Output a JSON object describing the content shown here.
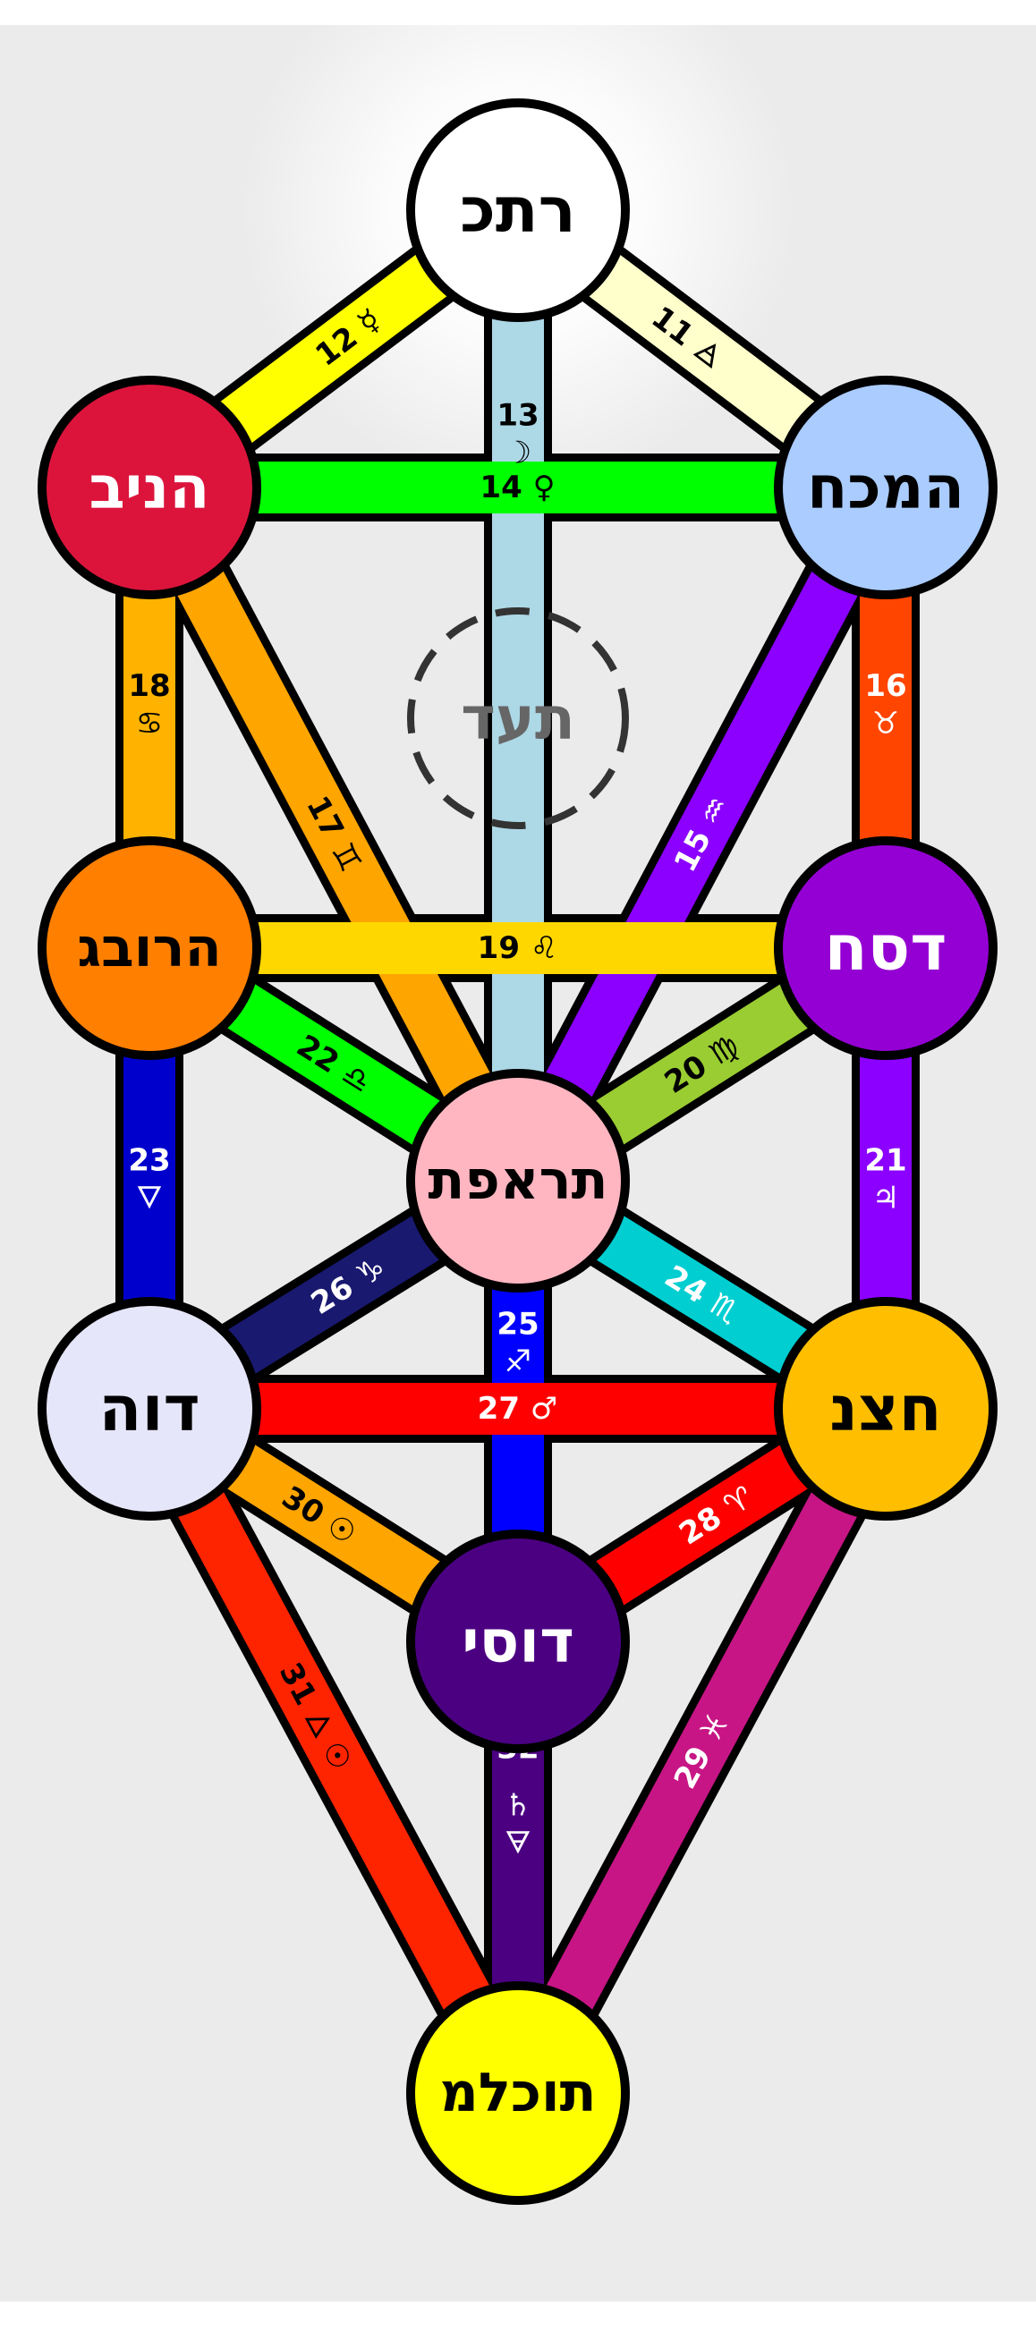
{
  "colors": {
    "background": "#ebebeb",
    "outline": "#000000",
    "daat_dash": "#333333",
    "daat_text": "#666666"
  },
  "sephirot": [
    {
      "id": "keter",
      "label": "רתכ",
      "fill": "#ffffff",
      "text": "#000000"
    },
    {
      "id": "chokmah",
      "label": "המכח",
      "fill": "#aaccff",
      "text": "#000000"
    },
    {
      "id": "binah",
      "label": "הניב",
      "fill": "#dc143c",
      "text": "#ffffff"
    },
    {
      "id": "chesed",
      "label": "דסח",
      "fill": "#9400d3",
      "text": "#ffffff"
    },
    {
      "id": "gevurah",
      "label": "הרובג",
      "fill": "#ff7f00",
      "text": "#000000"
    },
    {
      "id": "tiferet",
      "label": "תראפת",
      "fill": "#ffb6c1",
      "text": "#000000"
    },
    {
      "id": "netzach",
      "label": "חצנ",
      "fill": "#ffbf00",
      "text": "#000000"
    },
    {
      "id": "hod",
      "label": "דוה",
      "fill": "#e6e6fa",
      "text": "#000000"
    },
    {
      "id": "yesod",
      "label": "דוסי",
      "fill": "#4b0082",
      "text": "#ffffff"
    },
    {
      "id": "malkuth",
      "label": "תוכלמ",
      "fill": "#ffff00",
      "text": "#000000"
    }
  ],
  "daat": {
    "label": "תעד"
  },
  "paths": [
    {
      "num": "11",
      "symbol": "🜁",
      "from": "keter",
      "to": "chokmah",
      "fill": "#ffffcc",
      "text": "#000000"
    },
    {
      "num": "12",
      "symbol": "☿",
      "from": "keter",
      "to": "binah",
      "fill": "#ffff00",
      "text": "#000000"
    },
    {
      "num": "13",
      "symbol": "☽",
      "from": "keter",
      "to": "tiferet",
      "fill": "#add8e6",
      "text": "#000000"
    },
    {
      "num": "14",
      "symbol": "♀",
      "from": "chokmah",
      "to": "binah",
      "fill": "#00ff00",
      "text": "#000000"
    },
    {
      "num": "15",
      "symbol": "♒",
      "from": "chokmah",
      "to": "tiferet",
      "fill": "#8b00ff",
      "text": "#ffffff"
    },
    {
      "num": "16",
      "symbol": "♉",
      "from": "chokmah",
      "to": "chesed",
      "fill": "#ff4500",
      "text": "#ffffff"
    },
    {
      "num": "17",
      "symbol": "♊",
      "from": "binah",
      "to": "tiferet",
      "fill": "#ffa500",
      "text": "#000000"
    },
    {
      "num": "18",
      "symbol": "♋",
      "from": "binah",
      "to": "gevurah",
      "fill": "#ffb300",
      "text": "#000000"
    },
    {
      "num": "19",
      "symbol": "♌",
      "from": "chesed",
      "to": "gevurah",
      "fill": "#ffd700",
      "text": "#000000"
    },
    {
      "num": "20",
      "symbol": "♍",
      "from": "chesed",
      "to": "tiferet",
      "fill": "#9acd32",
      "text": "#000000"
    },
    {
      "num": "21",
      "symbol": "♃",
      "from": "chesed",
      "to": "netzach",
      "fill": "#8b00ff",
      "text": "#ffffff"
    },
    {
      "num": "22",
      "symbol": "♎",
      "from": "gevurah",
      "to": "tiferet",
      "fill": "#00ff00",
      "text": "#000000"
    },
    {
      "num": "23",
      "symbol": "🜄",
      "from": "gevurah",
      "to": "hod",
      "fill": "#0000cd",
      "text": "#ffffff"
    },
    {
      "num": "24",
      "symbol": "♏",
      "from": "tiferet",
      "to": "netzach",
      "fill": "#00ced1",
      "text": "#ffffff"
    },
    {
      "num": "25",
      "symbol": "♐",
      "from": "tiferet",
      "to": "yesod",
      "fill": "#0000ff",
      "text": "#ffffff"
    },
    {
      "num": "26",
      "symbol": "♑",
      "from": "tiferet",
      "to": "hod",
      "fill": "#191970",
      "text": "#ffffff"
    },
    {
      "num": "27",
      "symbol": "♂",
      "from": "netzach",
      "to": "hod",
      "fill": "#ff0000",
      "text": "#ffffff"
    },
    {
      "num": "28",
      "symbol": "♈",
      "from": "netzach",
      "to": "yesod",
      "fill": "#ff0000",
      "text": "#ffffff"
    },
    {
      "num": "29",
      "symbol": "♓",
      "from": "netzach",
      "to": "malkuth",
      "fill": "#c71585",
      "text": "#ffffff"
    },
    {
      "num": "30",
      "symbol": "☉",
      "from": "hod",
      "to": "yesod",
      "fill": "#ffa500",
      "text": "#000000"
    },
    {
      "num": "31",
      "symbol": "🜂 ☉",
      "from": "hod",
      "to": "malkuth",
      "fill": "#ff2400",
      "text": "#000000"
    },
    {
      "num": "32",
      "symbol": "♄ 🜃",
      "from": "yesod",
      "to": "malkuth",
      "fill": "#4b0082",
      "text": "#ffffff"
    }
  ]
}
